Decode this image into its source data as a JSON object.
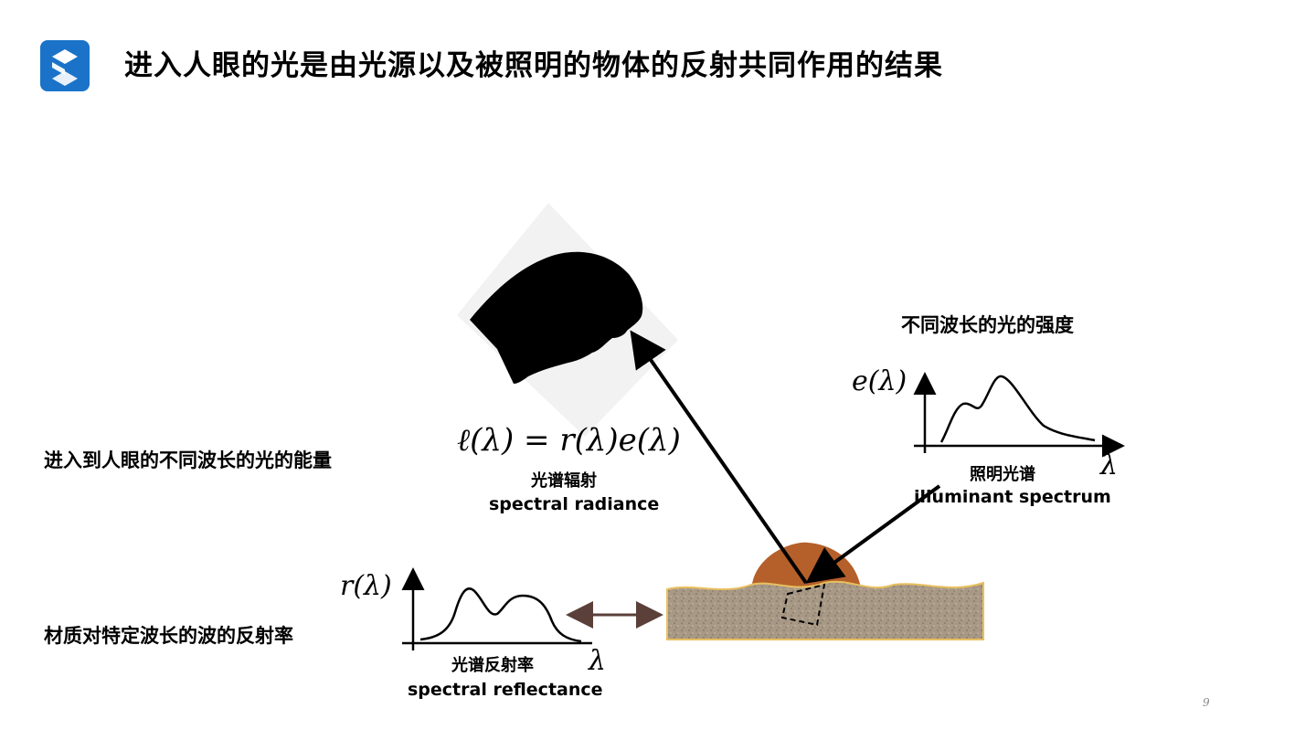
{
  "slide": {
    "title": "进入人眼的光是由光源以及被照明的物体的反射共同作用的结果",
    "page_number": "9"
  },
  "annotations": {
    "eye_energy": "进入到人眼的不同波长的光的能量",
    "intensity_label": "不同波长的光的强度",
    "material_reflectance": "材质对特定波长的波的反射率"
  },
  "formula": {
    "text": "ℓ(λ) = r(λ)e(λ)",
    "name_cn": "光谱辐射",
    "name_en": "spectral radiance"
  },
  "illuminant_graph": {
    "y_label": "e(λ)",
    "x_label": "λ",
    "name_cn": "照明光谱",
    "name_en": "illuminant spectrum"
  },
  "reflectance_graph": {
    "y_label": "r(λ)",
    "x_label": "λ",
    "name_cn": "光谱反射率",
    "name_en": "spectral reflectance"
  },
  "colors": {
    "logo_blue": "#1a73c8",
    "surface": "#a89886",
    "surface_edge": "#e8c060",
    "bump": "#b5602a",
    "double_arrow": "#5a4038"
  }
}
